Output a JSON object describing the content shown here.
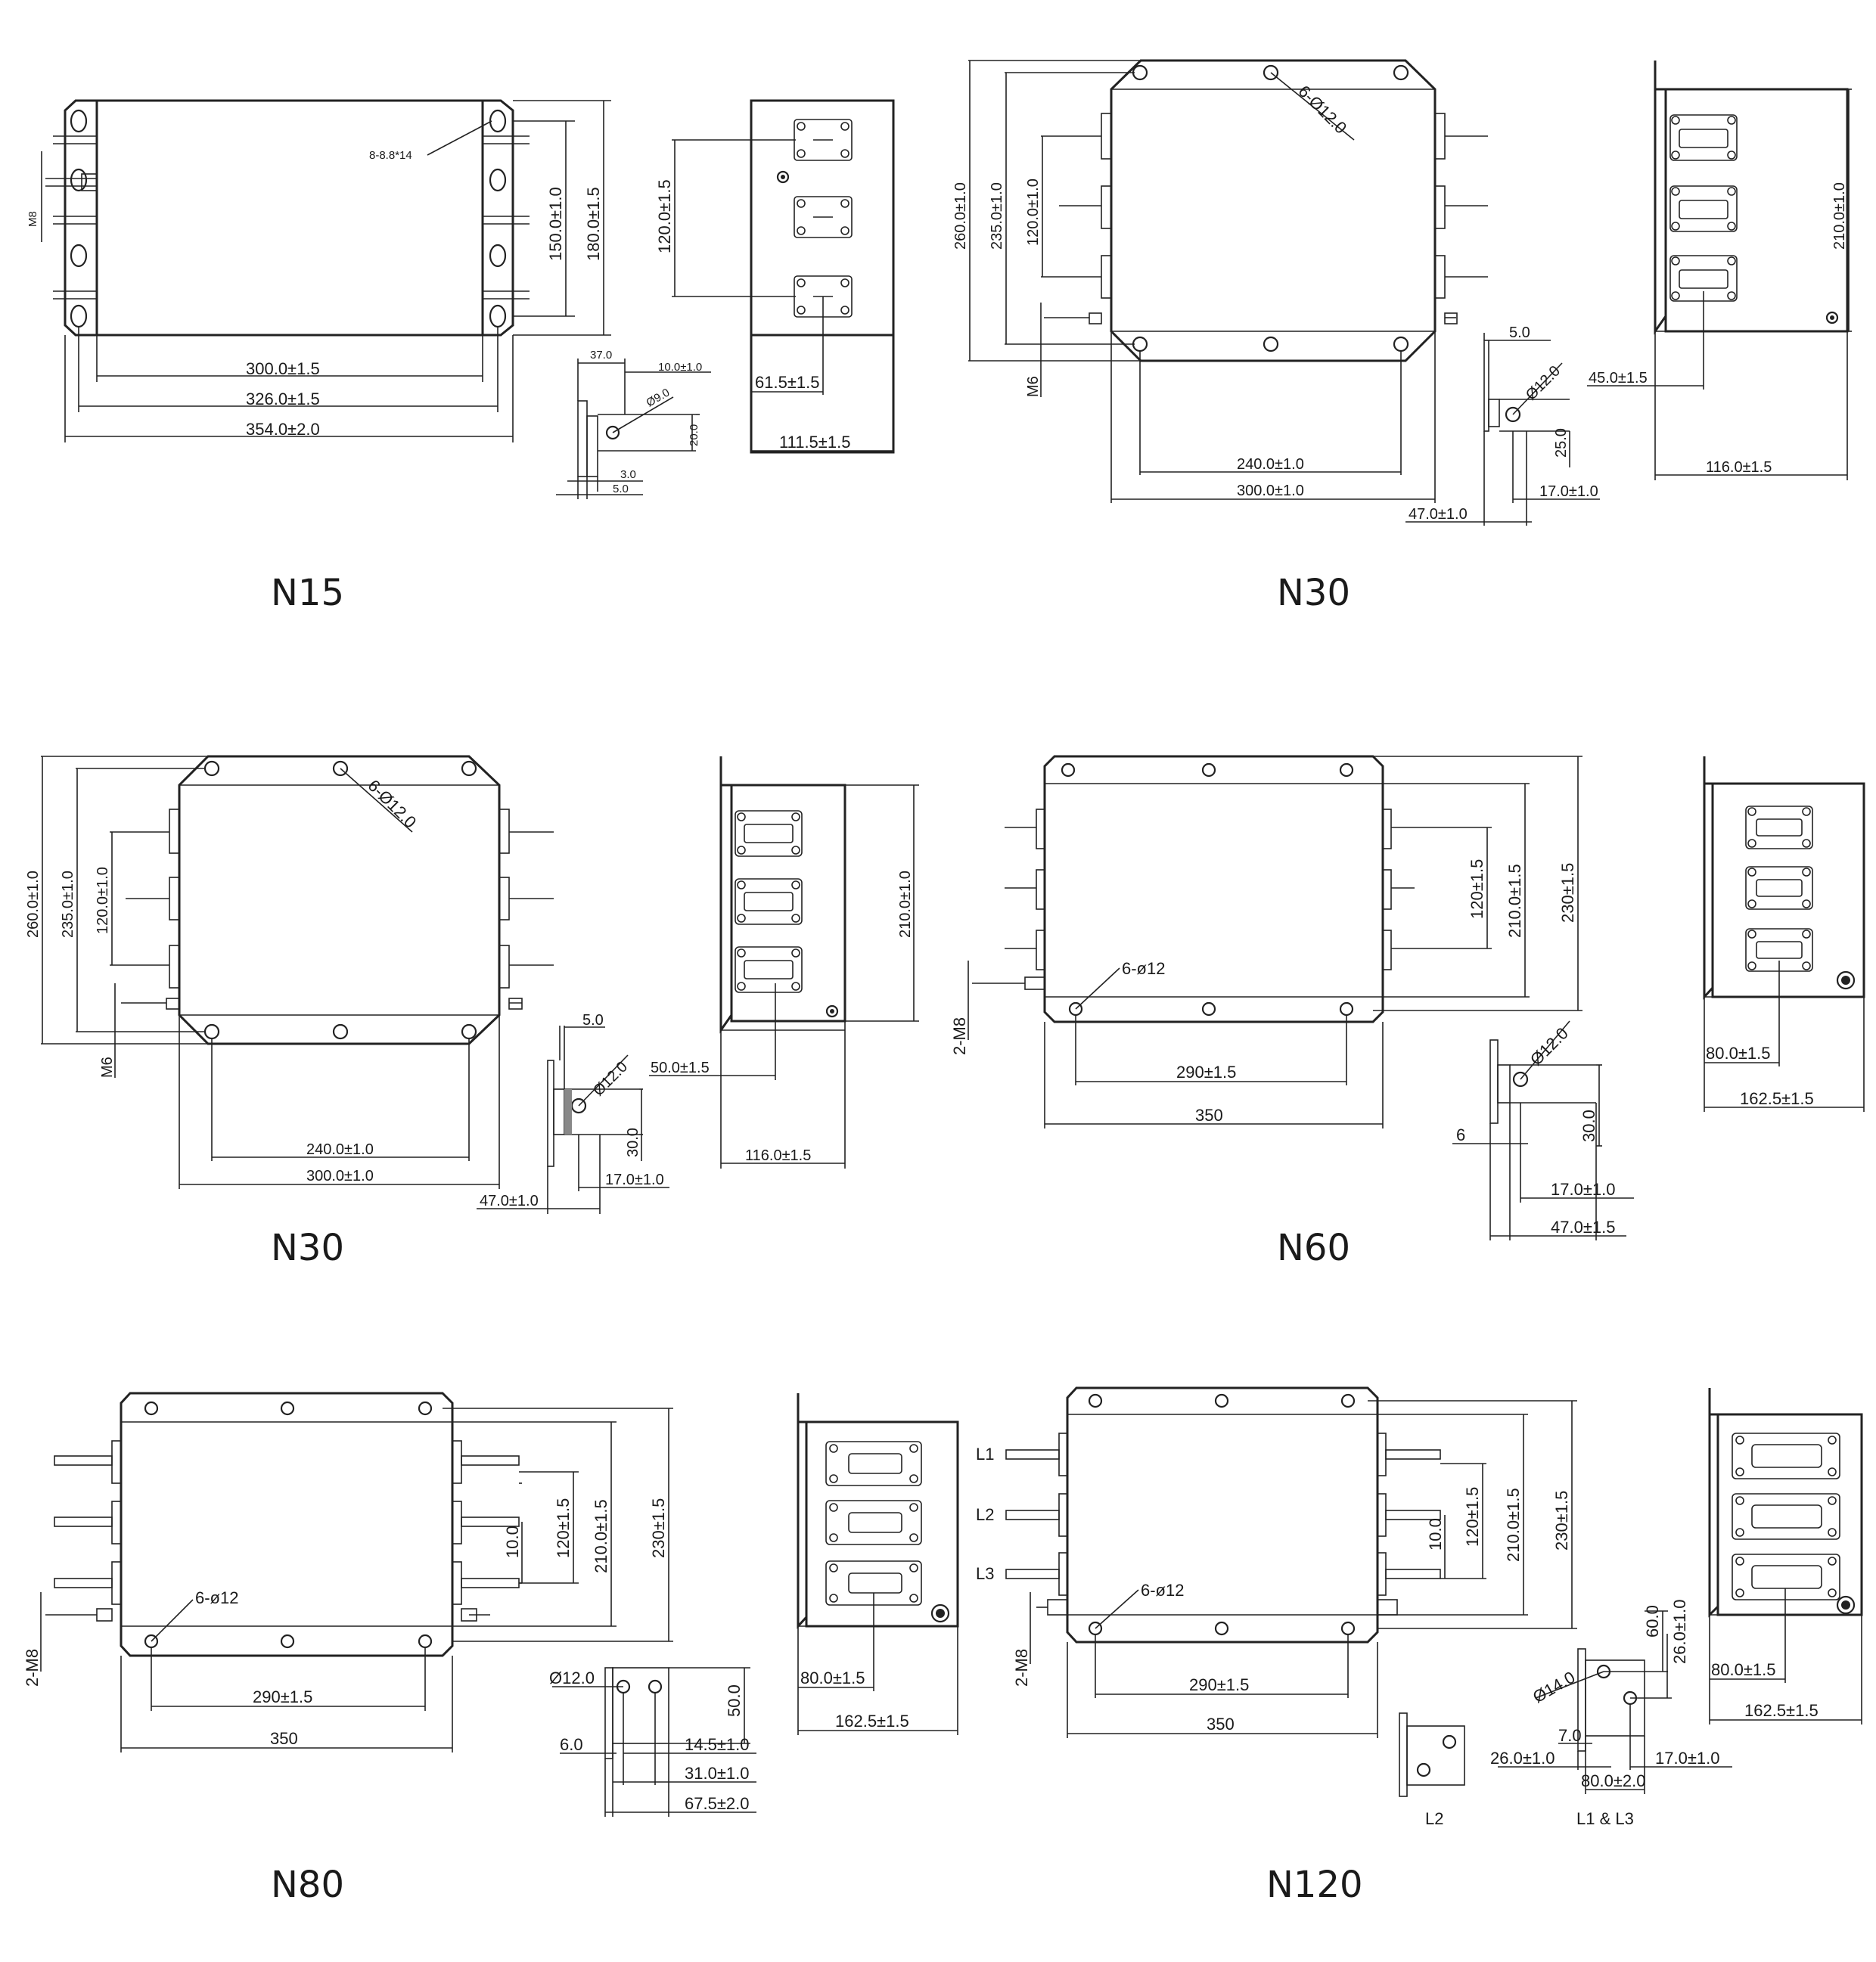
{
  "panels": [
    {
      "model": "N15",
      "dims": {
        "a": "300.0±1.5",
        "b": "326.0±1.5",
        "c": "354.0±2.0",
        "d": "150.0±1.0",
        "e": "180.0±1.5",
        "holes": "8-8.8*14",
        "m": "M8",
        "f": "37.0",
        "g": "10.0±1.0",
        "h": "Ø9.0",
        "i": "20.0",
        "j": "3.0",
        "k": "5.0",
        "l": "120.0±1.5",
        "n": "61.5±1.5",
        "o": "111.5±1.5"
      }
    },
    {
      "model": "N30",
      "dims": {
        "a": "260.0±1.0",
        "b": "235.0±1.0",
        "c": "120.0±1.0",
        "holes": "6-Ø12.0",
        "m": "M6",
        "d": "240.0±1.0",
        "e": "300.0±1.0",
        "f": "5.0",
        "g": "Ø12.0",
        "h": "25.0",
        "i": "47.0±1.0",
        "j": "17.0±1.0",
        "k": "210.0±1.0",
        "l": "45.0±1.5",
        "n": "116.0±1.5"
      }
    },
    {
      "model": "N30",
      "dims": {
        "a": "260.0±1.0",
        "b": "235.0±1.0",
        "c": "120.0±1.0",
        "holes": "6-Ø12.0",
        "m": "M6",
        "d": "240.0±1.0",
        "e": "300.0±1.0",
        "f": "5.0",
        "g": "Ø12.0",
        "h": "30.0",
        "i": "47.0±1.0",
        "j": "17.0±1.0",
        "k": "210.0±1.0",
        "l": "50.0±1.5",
        "n": "116.0±1.5"
      }
    },
    {
      "model": "N60",
      "dims": {
        "a": "120±1.5",
        "b": "210.0±1.5",
        "c": "230±1.5",
        "holes": "6-ø12",
        "m": "2-M8",
        "d": "290±1.5",
        "e": "350",
        "f": "Ø12.0",
        "g": "6",
        "h": "30.0",
        "i": "17.0±1.0",
        "j": "47.0±1.5",
        "l": "80.0±1.5",
        "n": "162.5±1.5"
      }
    },
    {
      "model": "N80",
      "dims": {
        "a": "10.0",
        "b": "120±1.5",
        "c": "210.0±1.5",
        "d": "230±1.5",
        "holes": "6-ø12",
        "m": "2-M8",
        "e": "290±1.5",
        "f": "350",
        "g": "Ø12.0",
        "h": "50.0",
        "i": "6.0",
        "j": "14.5±1.0",
        "k": "31.0±1.0",
        "l": "67.5±2.0",
        "n": "80.0±1.5",
        "o": "162.5±1.5"
      }
    },
    {
      "model": "N120",
      "dims": {
        "l1": "L1",
        "l2": "L2",
        "l3": "L3",
        "a": "10.0",
        "b": "120±1.5",
        "c": "210.0±1.5",
        "d": "230±1.5",
        "holes": "6-ø12",
        "m": "2-M8",
        "e": "290±1.5",
        "f": "350",
        "g": "Ø14.0",
        "h": "60.0",
        "i": "26.0±1.0",
        "j": "7.0",
        "k": "26.0±1.0",
        "n": "17.0±1.0",
        "o": "80.0±2.0",
        "p": "80.0±1.5",
        "q": "162.5±1.5",
        "cap1": "L2",
        "cap2": "L1 & L3"
      }
    }
  ]
}
